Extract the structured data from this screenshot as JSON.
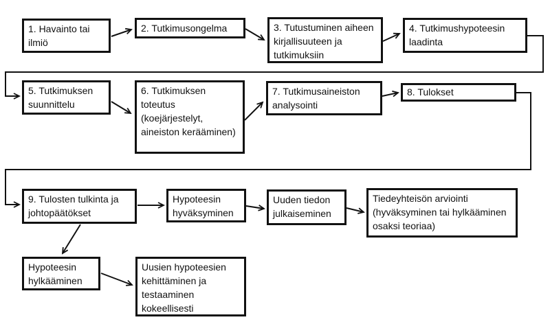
{
  "diagram": {
    "type": "flowchart",
    "language": "fi",
    "background_color": "#ffffff",
    "box_border_color": "#111111",
    "box_fill_color": "#ffffff",
    "text_color": "#111111",
    "arrow_color": "#111111",
    "nodes": [
      {
        "label": "1. Havainto tai ilmiö"
      },
      {
        "label": "2. Tutkimusongelma"
      },
      {
        "label": "3. Tutustuminen aiheen kirjallisuuteen ja tutkimuksiin"
      },
      {
        "label": "4. Tutkimushypoteesin laadinta"
      },
      {
        "label": "5. Tutkimuksen suunnittelu"
      },
      {
        "label": "6. Tutkimuksen toteutus (koejärjestelyt, aineiston kerääminen)"
      },
      {
        "label": "7. Tutkimusaineiston analysointi"
      },
      {
        "label": "8. Tulokset"
      },
      {
        "label": "9. Tulosten tulkinta ja johtopäätökset"
      },
      {
        "label": "Hypoteesin hyväksyminen"
      },
      {
        "label": "Uuden tiedon julkaiseminen"
      },
      {
        "label": "Tiedeyhteisön arviointi (hyväksyminen tai hylkääminen osaksi teoriaa)"
      },
      {
        "label": "Hypoteesin hylkääminen"
      },
      {
        "label": "Uusien hypoteesien kehittäminen ja testaaminen kokeellisesti"
      }
    ],
    "edges": [
      {
        "from": 0,
        "to": 1
      },
      {
        "from": 1,
        "to": 2
      },
      {
        "from": 2,
        "to": 3
      },
      {
        "from": 3,
        "to": 4
      },
      {
        "from": 4,
        "to": 5
      },
      {
        "from": 5,
        "to": 6
      },
      {
        "from": 6,
        "to": 7
      },
      {
        "from": 7,
        "to": 8
      },
      {
        "from": 8,
        "to": 9
      },
      {
        "from": 9,
        "to": 10
      },
      {
        "from": 10,
        "to": 11
      },
      {
        "from": 8,
        "to": 12
      },
      {
        "from": 12,
        "to": 13
      }
    ]
  }
}
